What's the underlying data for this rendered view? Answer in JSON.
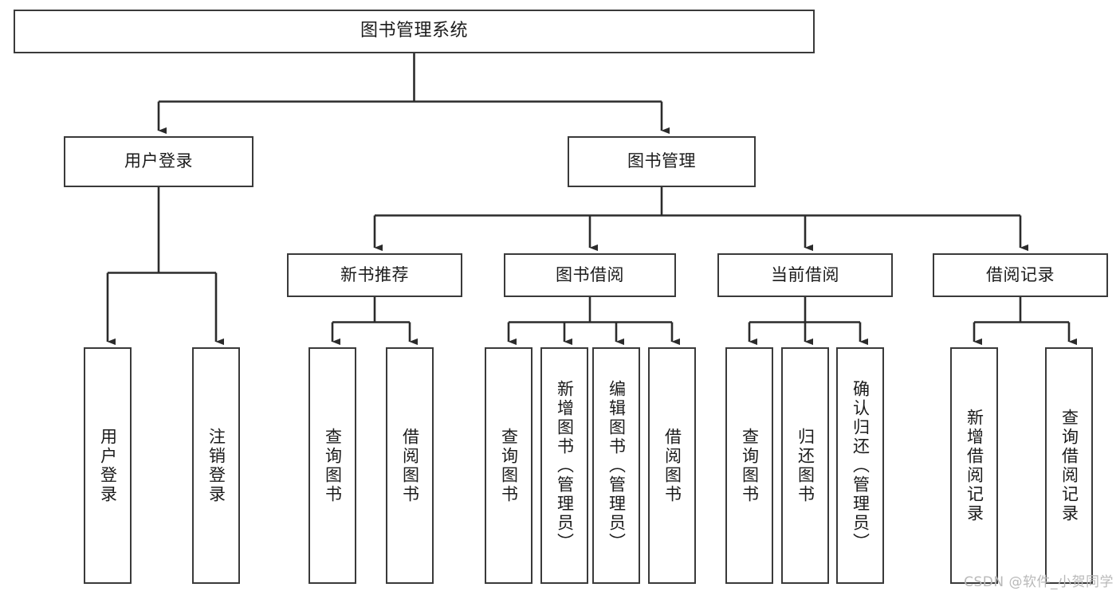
{
  "diagram": {
    "title": "图书管理系统",
    "watermark": "CSDN @软件_小贺同学",
    "colors": {
      "background": "#ffffff",
      "box_border": "#3a3a3a",
      "box_fill": "#ffffff",
      "text": "#1b1b1b",
      "connector": "#2b2b2b",
      "watermark": "#b9b9b9"
    },
    "root": {
      "label": "图书管理系统"
    },
    "level2": [
      {
        "label": "用户登录"
      },
      {
        "label": "图书管理"
      }
    ],
    "level3": [
      {
        "label": "新书推荐"
      },
      {
        "label": "图书借阅"
      },
      {
        "label": "当前借阅"
      },
      {
        "label": "借阅记录"
      }
    ],
    "leaves": {
      "user_login": [
        {
          "label": "用户登录"
        },
        {
          "label": "注销登录"
        }
      ],
      "new_book_recommend": [
        {
          "label": "查询图书"
        },
        {
          "label": "借阅图书"
        }
      ],
      "book_borrow": [
        {
          "label": "查询图书"
        },
        {
          "label": "新增图书（管理员）"
        },
        {
          "label": "编辑图书（管理员）"
        },
        {
          "label": "借阅图书"
        }
      ],
      "current_borrow": [
        {
          "label": "查询图书"
        },
        {
          "label": "归还图书"
        },
        {
          "label": "确认归还（管理员）"
        }
      ],
      "borrow_record": [
        {
          "label": "新增借阅记录"
        },
        {
          "label": "查询借阅记录"
        }
      ]
    }
  }
}
